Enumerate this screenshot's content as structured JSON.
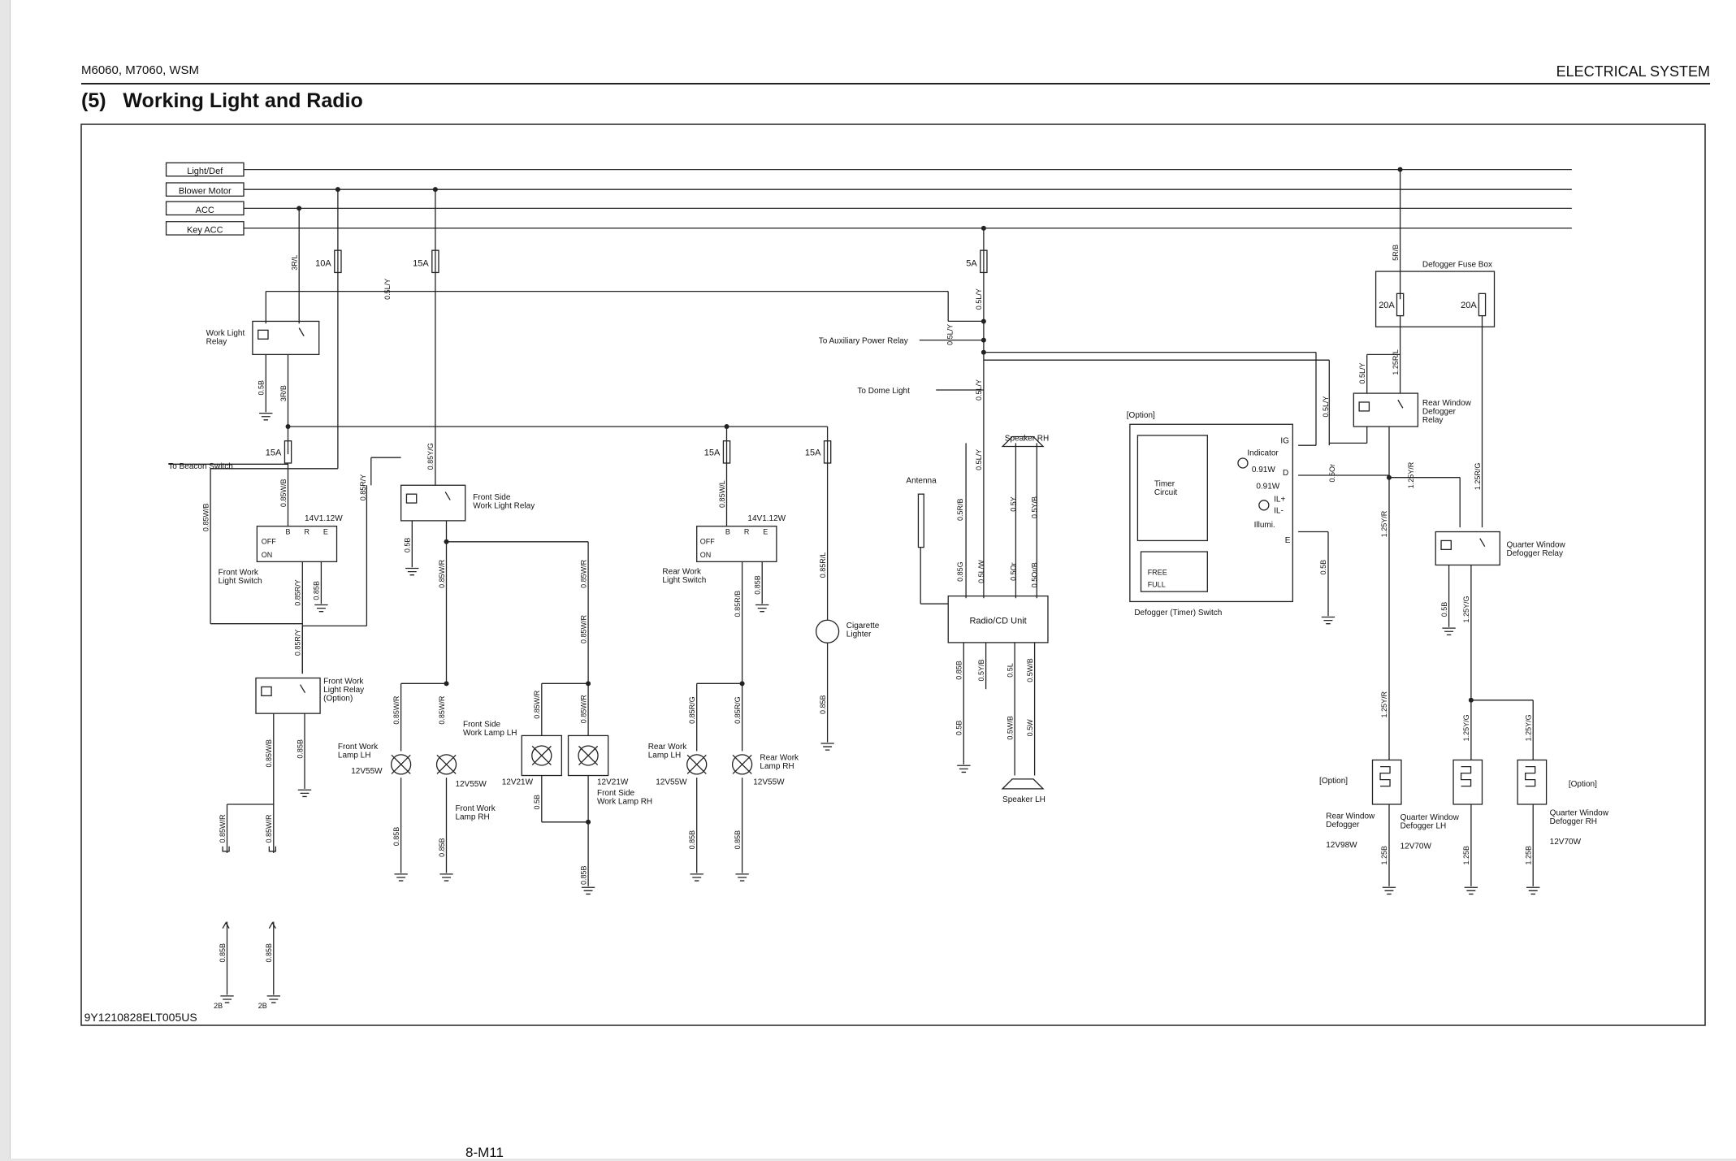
{
  "header": {
    "model": "M6060, M7060, WSM",
    "section": "ELECTRICAL SYSTEM"
  },
  "title": {
    "number": "(5)",
    "text": "Working Light and Radio"
  },
  "diagram": {
    "code": "9Y1210828ELT005US",
    "power_lines": [
      "Light/Def",
      "Blower Motor",
      "ACC",
      "Key ACC"
    ],
    "fuses": {
      "f10a": "10A",
      "f15a_a": "15A",
      "f5a": "5A",
      "f15a_b": "15A",
      "f15a_c": "15A",
      "f15a_d": "15A",
      "f20a_a": "20A",
      "f20a_b": "20A"
    },
    "wires": {
      "w3rl": "3R/L",
      "w05ly_top": "0.5L/Y",
      "w05b_a": "0.5B",
      "w3rb": "3R/B",
      "w085wb_a": "0.85W/B",
      "w085wb_b": "0.85W/B",
      "w085ry_a": "0.85R/Y",
      "w085ry_b": "0.85R/Y",
      "w085ry_c": "0.85R/Y",
      "w085b_a": "0.85B",
      "w085yg": "0.85Y/G",
      "w05b_b": "0.5B",
      "w085wr_a": "0.85W/R",
      "w085wr_b": "0.85W/R",
      "w085wr_c": "0.85W/R",
      "w085wr_d": "0.85W/R",
      "w085wr_e": "0.85W/R",
      "w085wr_f": "0.85W/R",
      "w085wr_g": "0.85W/R",
      "w085wr_h": "0.85W/R",
      "w085b_b": "0.85B",
      "w085b_c": "0.85B",
      "w085b_d": "0.85B",
      "w085b_e": "0.85B",
      "w05b_c": "0.5B",
      "w085wl": "0.85W/L",
      "w085b_f": "0.85B",
      "w085rb": "0.85R/B",
      "w085rg_a": "0.85R/G",
      "w085rg_b": "0.85R/G",
      "w085b_g": "0.85B",
      "w085b_h": "0.85B",
      "w085rl": "0.85R/L",
      "w085b_i": "0.85B",
      "w05ly_a": "0.5L/Y",
      "w05ly_b": "0.5L/Y",
      "w05ly_c": "0.5L/Y",
      "w05ly_d": "0.5L/Y",
      "w05ly_e": "0.5L/Y",
      "w05rb": "0.5R/B",
      "w05y": "0.5Y",
      "w05yb_a": "0.5Y/B",
      "w085g": "0.85G",
      "w05lw": "0.5L/W",
      "w05or_a": "0.5Or",
      "w05orb": "0.5Or/B",
      "w085b_j": "0.85B",
      "w05yb_b": "0.5Y/B",
      "w05l": "0.5L",
      "w05wb": "0.5W/B",
      "w05b_d": "0.5B",
      "w05wb_b": "0.5W/B",
      "w05w": "0.5W",
      "w5rb": "5R/B",
      "w05ly_f": "0.5L/Y",
      "w125rl": "1.25R/L",
      "w05or_b": "0.5Or",
      "w125yr_a": "1.25Y/R",
      "w125yr_b": "1.25Y/R",
      "w125yr_c": "1.25Y/R",
      "w125rg": "1.25R/G",
      "w05b_e": "0.5B",
      "w05b_f": "0.5B",
      "w125yg_a": "1.25Y/G",
      "w125yg_b": "1.25Y/G",
      "w125yg_c": "1.25Y/G",
      "w125b_a": "1.25B",
      "w125b_b": "1.25B",
      "w125b_c": "1.25B",
      "w085b_k": "0.85B",
      "w085b_l": "0.85B"
    },
    "components": {
      "work_light_relay": "Work Light\nRelay",
      "to_beacon": "To Beacon Switch",
      "to_aux_relay": "To Auxiliary Power Relay",
      "to_dome": "To Dome Light",
      "front_switch": "Front Work\nLight Switch",
      "rear_switch": "Rear Work\nLight Switch",
      "switch_rating_a": "14V1.12W",
      "switch_rating_b": "14V1.12W",
      "front_side_relay": "Front Side\nWork Light Relay",
      "front_relay_opt": "Front Work\nLight Relay\n(Option)",
      "fwl_lh": "Front Work\nLamp LH",
      "fwl_rh": "Front Work\nLamp RH",
      "fs_lh": "Front Side\nWork Lamp LH",
      "fs_rh": "Front Side\nWork Lamp RH",
      "rwl_lh": "Rear Work\nLamp LH",
      "rwl_rh": "Rear Work\nLamp RH",
      "cig": "Cigarette\nLighter",
      "antenna": "Antenna",
      "radio": "Radio/CD Unit",
      "spk_rh": "Speaker RH",
      "spk_lh": "Speaker LH",
      "option_a": "[Option]",
      "option_b": "[Option]",
      "option_c": "[Option]",
      "timer": "Timer\nCircuit",
      "indicator": "Indicator",
      "watt_a": "0.91W",
      "watt_b": "0.91W",
      "illumi": "Illumi.",
      "il_plus": "IL+",
      "il_minus": "IL-",
      "term_ig": "IG",
      "term_d": "D",
      "term_e": "E",
      "free": "FREE",
      "full": "FULL",
      "defog_switch": "Defogger (Timer) Switch",
      "defog_fuse_box": "Defogger Fuse Box",
      "rw_defog_relay": "Rear Window\nDefogger\nRelay",
      "qw_defog_relay": "Quarter Window\nDefogger Relay",
      "rw_defog": "Rear Window\nDefogger",
      "qw_defog_lh": "Quarter Window\nDefogger LH",
      "qw_defog_rh": "Quarter Window\nDefogger RH",
      "rw_rating": "12V98W",
      "qw_rating_lh": "12V70W",
      "qw_rating_rh": "12V70W",
      "lamp_12v55w_a": "12V55W",
      "lamp_12v55w_b": "12V55W",
      "lamp_12v21w_a": "12V21W",
      "lamp_12v21w_b": "12V21W",
      "lamp_12v55w_c": "12V55W",
      "lamp_12v55w_d": "12V55W",
      "sw_off_a": "OFF",
      "sw_on_a": "ON",
      "sw_off_b": "OFF",
      "sw_on_b": "ON",
      "col_b_a": "B",
      "col_r_a": "R",
      "col_e_a": "E",
      "col_b_b": "B",
      "col_r_b": "R",
      "col_e_b": "E",
      "gnd_2b_a": "2B",
      "gnd_2b_b": "2B"
    }
  },
  "footer": {
    "page": "8-M11"
  }
}
